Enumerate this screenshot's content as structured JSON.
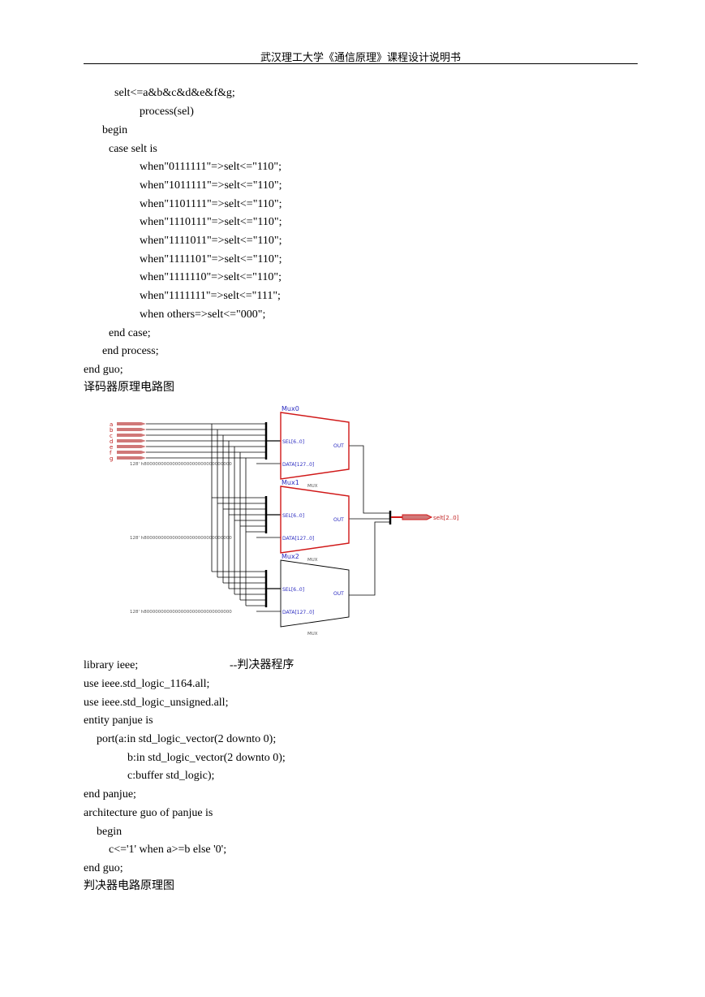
{
  "header": {
    "title": "武汉理工大学《通信原理》课程设计说明书"
  },
  "code_lines": [
    "selt<=a&b&c&d&e&f&g;",
    "process(sel)",
    "begin",
    "case selt is",
    "when\"0111111\"=>selt<=\"110\";",
    "when\"1011111\"=>selt<=\"110\";",
    "when\"1101111\"=>selt<=\"110\";",
    "when\"1110111\"=>selt<=\"110\";",
    "when\"1111011\"=>selt<=\"110\";",
    "when\"1111101\"=>selt<=\"110\";",
    "when\"1111110\"=>selt<=\"110\";",
    "when\"1111111\"=>selt<=\"111\";",
    "when others=>selt<=\"000\";",
    "end case;",
    "end process;",
    "end guo;",
    "译码器原理电路图"
  ],
  "code_lines_2": [
    "library ieee;",
    "use ieee.std_logic_1164.all;",
    "use ieee.std_logic_unsigned.all;",
    "entity panjue is",
    "port(a:in std_logic_vector(2 downto 0);",
    "b:in std_logic_vector(2 downto 0);",
    "c:buffer std_logic);",
    "end panjue;",
    "architecture guo of panjue is",
    "begin",
    "c<='1' when a>=b else '0';",
    "end guo;",
    "判决器电路原理图"
  ],
  "comment": "--判决器程序",
  "diagram": {
    "inputs": [
      "a",
      "b",
      "c",
      "d",
      "e",
      "f",
      "g"
    ],
    "muxes": [
      {
        "name": "Mux0",
        "sel": "SEL[6..0]",
        "data": "DATA[127..0]",
        "out": "OUT",
        "type": "MUX",
        "const": "128' h8000000000000000000000000000000"
      },
      {
        "name": "Mux1",
        "sel": "SEL[6..0]",
        "data": "DATA[127..0]",
        "out": "OUT",
        "type": "MUX",
        "const": "128' h8000000000000000000000000000000"
      },
      {
        "name": "Mux2",
        "sel": "SEL[6..0]",
        "data": "DATA[127..0]",
        "out": "OUT",
        "type": "MUX",
        "const": "128' h8000000000000000000000000000000"
      }
    ],
    "output_port": "selt[2..0]"
  }
}
